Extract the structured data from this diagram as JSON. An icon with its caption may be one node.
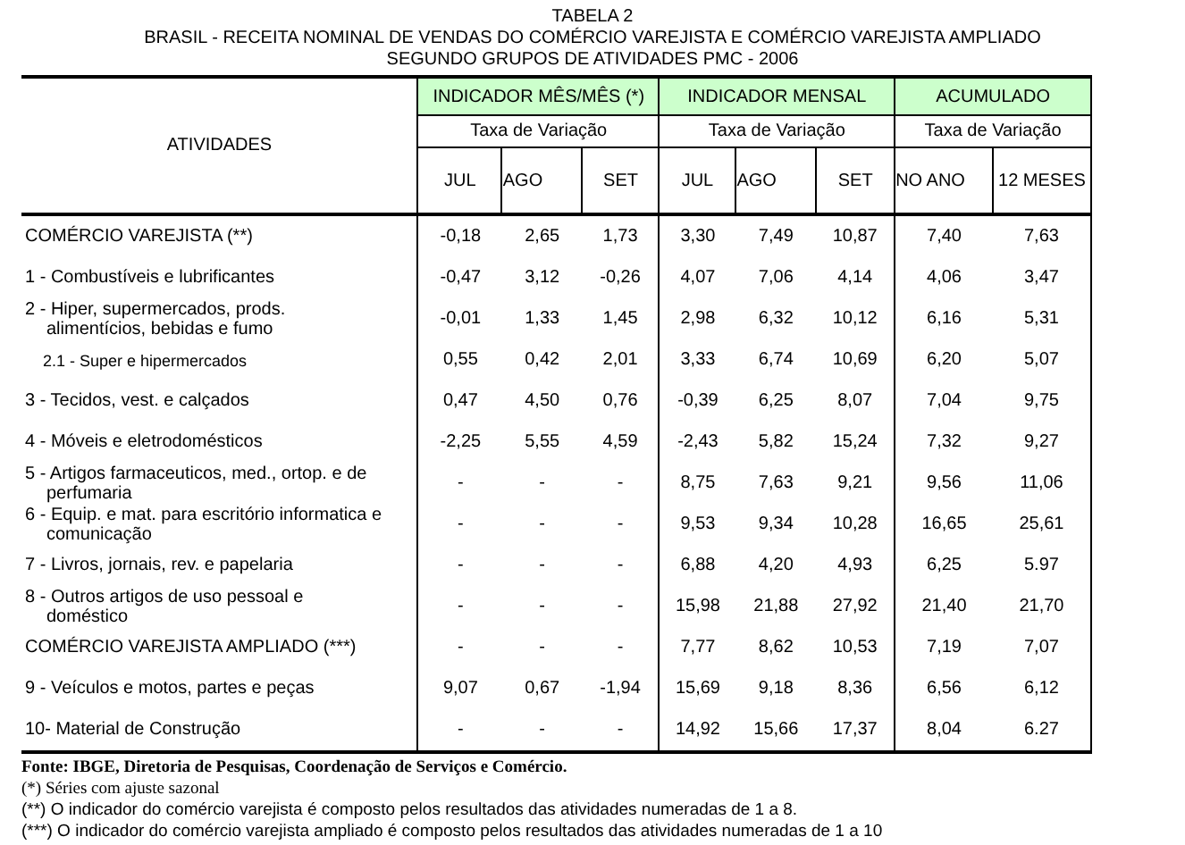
{
  "diagram": {
    "title": "TABELA 2",
    "labels": [
      "BRASIL - RECEITA NOMINAL DE VENDAS DO COMÉRCIO VAREJISTA E COMÉRCIO VAREJISTA AMPLIADO",
      "SEGUNDO GRUPOS DE ATIVIDADES PMC - 2006",
      "ATIVIDADES",
      "INDICADOR MÊS/MÊS (*)",
      "INDICADOR MENSAL",
      "ACUMULADO",
      "Taxa de Variação",
      "Taxa de Variação",
      "Taxa de Variação",
      "JUL",
      "AGO",
      "SET",
      "JUL",
      "AGO",
      "SET",
      "NO ANO",
      "12 MESES",
      "COMÉRCIO VAREJISTA (**)",
      "-0,18",
      "2,65",
      "1,73",
      "3,30",
      "7,49",
      "10,87",
      "7,40",
      "7,63",
      "1 - Combustíveis e lubrificantes",
      "-0,47",
      "3,12",
      "-0,26",
      "4,07",
      "7,06",
      "4,14",
      "4,06",
      "3,47",
      "2 - Hiper, supermercados, prods. alimentícios, bebidas e fumo",
      "-0,01",
      "1,33",
      "1,45",
      "2,98",
      "6,32",
      "10,12",
      "6,16",
      "5,31",
      "2.1 - Super e hipermercados",
      "0,55",
      "0,42",
      "2,01",
      "3,33",
      "6,74",
      "10,69",
      "6,20",
      "5,07",
      "3 - Tecidos, vest. e calçados",
      "0,47",
      "4,50",
      "0,76",
      "-0,39",
      "6,25",
      "8,07",
      "7,04",
      "9,75",
      "4 - Móveis e eletrodomésticos",
      "-2,25",
      "5,55",
      "4,59",
      "-2,43",
      "5,82",
      "15,24",
      "7,32",
      "9,27",
      "5 - Artigos farmaceuticos, med., ortop. e de perfumaria",
      "-",
      "-",
      "-",
      "8,75",
      "7,63",
      "9,21",
      "9,56",
      "11,06",
      "6 - Equip. e mat. para escritório informatica e comunicação",
      "-",
      "-",
      "-",
      "9,53",
      "9,34",
      "10,28",
      "16,65",
      "25,61",
      "7 - Livros, jornais, rev. e papelaria",
      "-",
      "-",
      "-",
      "6,88",
      "4,20",
      "4,93",
      "6,25",
      "5.97",
      "8 - Outros artigos de uso pessoal e doméstico",
      "-",
      "-",
      "-",
      "15,98",
      "21,88",
      "27,92",
      "21,40",
      "21,70",
      "COMÉRCIO VAREJISTA AMPLIADO (***)",
      "-",
      "-",
      "-",
      "7,77",
      "8,62",
      "10,53",
      "7,19",
      "7,07",
      "9 - Veículos e motos, partes e peças",
      "9,07",
      "0,67",
      "-1,94",
      "15,69",
      "9,18",
      "8,36",
      "6,56",
      "6,12",
      "10- Material de Construção",
      "-",
      "-",
      "-",
      "14,92",
      "15,66",
      "17,37",
      "8,04",
      "6.27",
      "Fonte: IBGE, Diretoria de Pesquisas, Coordenação de Serviços e Comércio.",
      "(*) Séries com ajuste sazonal",
      "(**) O indicador do comércio varejista é composto pelos resultados das atividades numeradas de 1 a 8.",
      "(***) O indicador do comércio varejista ampliado é composto pelos resultados das atividades numeradas de 1 a 10"
    ]
  }
}
